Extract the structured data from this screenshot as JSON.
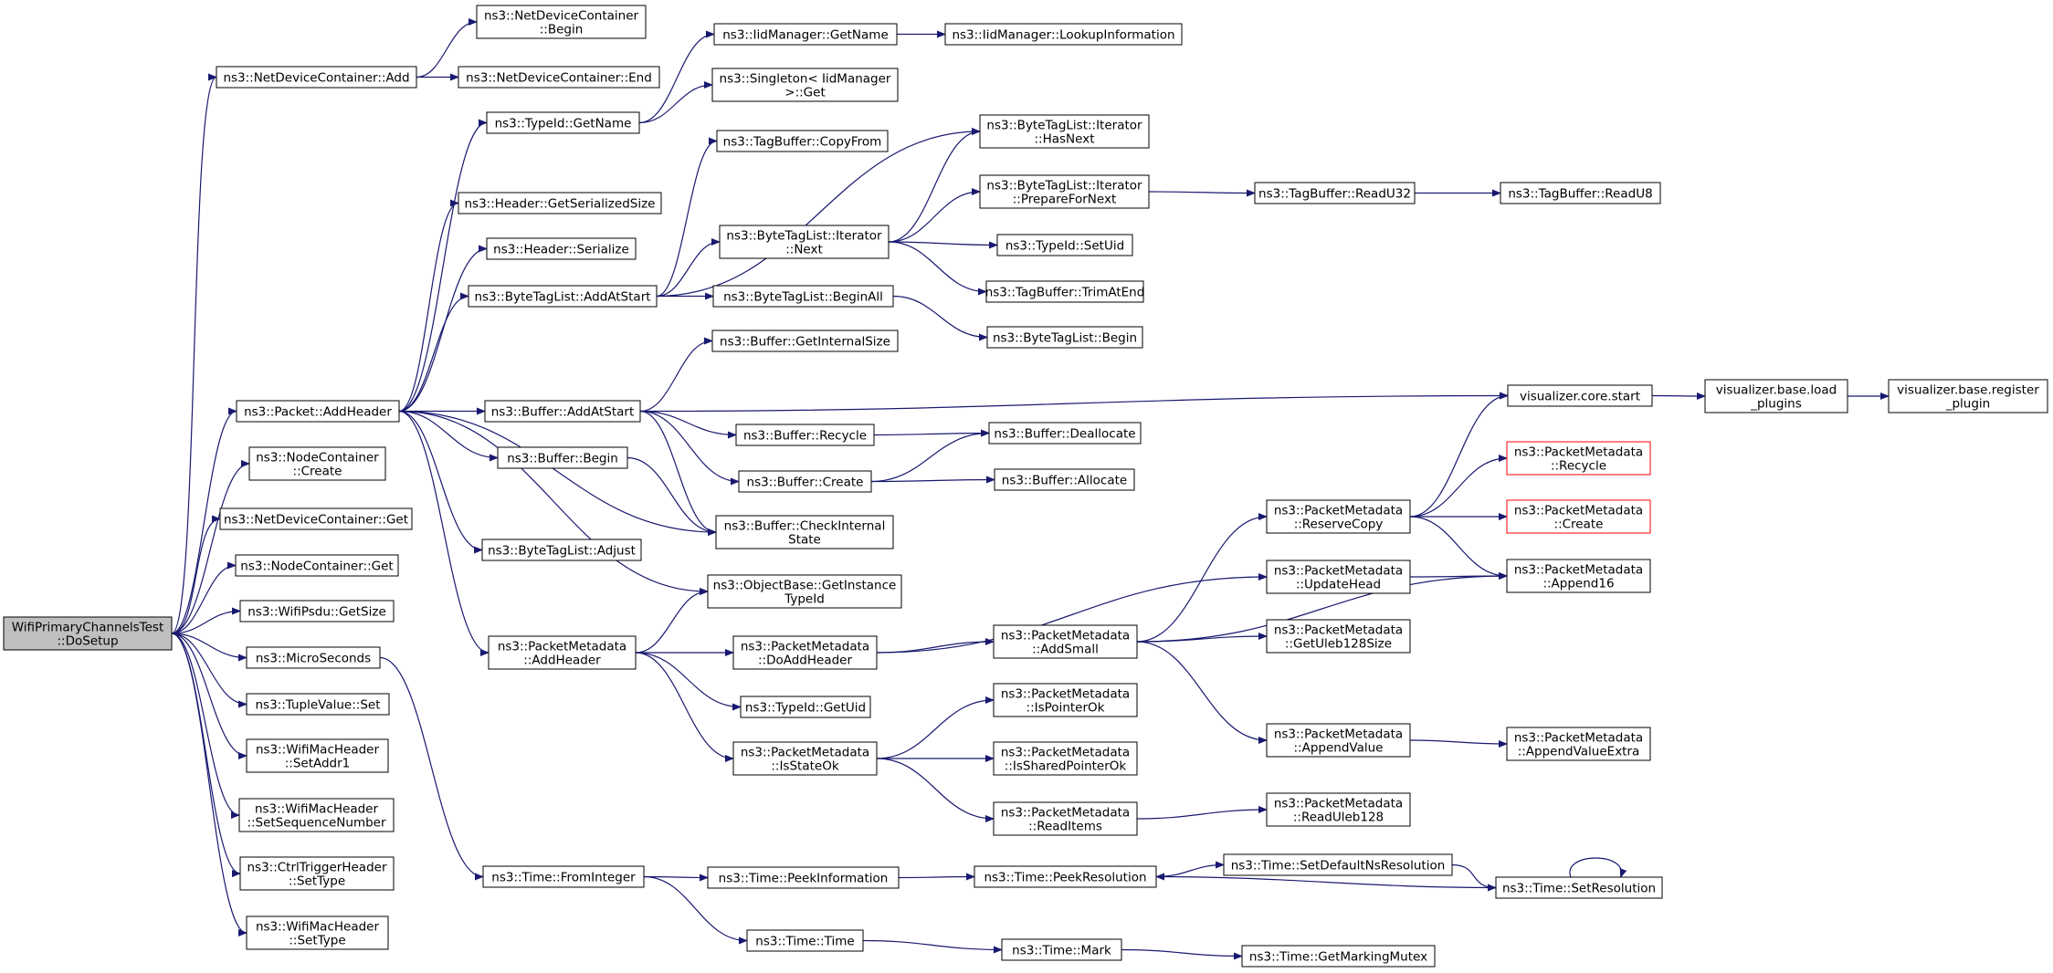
{
  "colors": {
    "edge": "#191970",
    "node_border": "#000000",
    "node_border_external": "#ff0000",
    "root_fill": "#bfbfbf",
    "node_fill": "#ffffff",
    "background": "#ffffff"
  },
  "nodes": [
    {
      "id": "root",
      "lines": [
        "WifiPrimaryChannelsTest",
        "::DoSetup"
      ],
      "kind": "root"
    },
    {
      "id": "ndc_add",
      "lines": [
        "ns3::NetDeviceContainer::Add"
      ]
    },
    {
      "id": "ndc_begin",
      "lines": [
        "ns3::NetDeviceContainer",
        "::Begin"
      ]
    },
    {
      "id": "ndc_end",
      "lines": [
        "ns3::NetDeviceContainer::End"
      ]
    },
    {
      "id": "pkt_addheader",
      "lines": [
        "ns3::Packet::AddHeader"
      ]
    },
    {
      "id": "nc_create",
      "lines": [
        "ns3::NodeContainer",
        "::Create"
      ]
    },
    {
      "id": "ndc_get",
      "lines": [
        "ns3::NetDeviceContainer::Get"
      ]
    },
    {
      "id": "nc_get",
      "lines": [
        "ns3::NodeContainer::Get"
      ]
    },
    {
      "id": "psdu_getsize",
      "lines": [
        "ns3::WifiPsdu::GetSize"
      ]
    },
    {
      "id": "microseconds",
      "lines": [
        "ns3::MicroSeconds"
      ]
    },
    {
      "id": "tuple_set",
      "lines": [
        "ns3::TupleValue::Set"
      ]
    },
    {
      "id": "mac_setaddr1",
      "lines": [
        "ns3::WifiMacHeader",
        "::SetAddr1"
      ]
    },
    {
      "id": "mac_setseq",
      "lines": [
        "ns3::WifiMacHeader",
        "::SetSequenceNumber"
      ]
    },
    {
      "id": "ctrl_settype",
      "lines": [
        "ns3::CtrlTriggerHeader",
        "::SetType"
      ]
    },
    {
      "id": "mac_settype",
      "lines": [
        "ns3::WifiMacHeader",
        "::SetType"
      ]
    },
    {
      "id": "typeid_getname",
      "lines": [
        "ns3::TypeId::GetName"
      ]
    },
    {
      "id": "hdr_getsersize",
      "lines": [
        "ns3::Header::GetSerializedSize"
      ]
    },
    {
      "id": "hdr_serialize",
      "lines": [
        "ns3::Header::Serialize"
      ]
    },
    {
      "id": "btl_addatstart",
      "lines": [
        "ns3::ByteTagList::AddAtStart"
      ]
    },
    {
      "id": "buf_addatstart",
      "lines": [
        "ns3::Buffer::AddAtStart"
      ]
    },
    {
      "id": "buf_begin",
      "lines": [
        "ns3::Buffer::Begin"
      ]
    },
    {
      "id": "btl_adjust",
      "lines": [
        "ns3::ByteTagList::Adjust"
      ]
    },
    {
      "id": "pm_addheader",
      "lines": [
        "ns3::PacketMetadata",
        "::AddHeader"
      ]
    },
    {
      "id": "time_frominteger",
      "lines": [
        "ns3::Time::FromInteger"
      ]
    },
    {
      "id": "iid_getname",
      "lines": [
        "ns3::IidManager::GetName"
      ]
    },
    {
      "id": "singleton_get",
      "lines": [
        "ns3::Singleton< IidManager",
        ">::Get"
      ]
    },
    {
      "id": "iid_lookup",
      "lines": [
        "ns3::IidManager::LookupInformation"
      ]
    },
    {
      "id": "tb_copyfrom",
      "lines": [
        "ns3::TagBuffer::CopyFrom"
      ]
    },
    {
      "id": "btli_next",
      "lines": [
        "ns3::ByteTagList::Iterator",
        "::Next"
      ]
    },
    {
      "id": "btl_beginall",
      "lines": [
        "ns3::ByteTagList::BeginAll"
      ]
    },
    {
      "id": "buf_getinternalsize",
      "lines": [
        "ns3::Buffer::GetInternalSize"
      ]
    },
    {
      "id": "buf_recycle",
      "lines": [
        "ns3::Buffer::Recycle"
      ]
    },
    {
      "id": "buf_create",
      "lines": [
        "ns3::Buffer::Create"
      ]
    },
    {
      "id": "buf_checkinternal",
      "lines": [
        "ns3::Buffer::CheckInternal",
        "State"
      ]
    },
    {
      "id": "ob_getinstancetypeid",
      "lines": [
        "ns3::ObjectBase::GetInstance",
        "TypeId"
      ]
    },
    {
      "id": "pm_doaddheader",
      "lines": [
        "ns3::PacketMetadata",
        "::DoAddHeader"
      ]
    },
    {
      "id": "typeid_getuid",
      "lines": [
        "ns3::TypeId::GetUid"
      ]
    },
    {
      "id": "pm_isstateok",
      "lines": [
        "ns3::PacketMetadata",
        "::IsStateOk"
      ]
    },
    {
      "id": "time_peekinfo",
      "lines": [
        "ns3::Time::PeekInformation"
      ]
    },
    {
      "id": "time_time",
      "lines": [
        "ns3::Time::Time"
      ]
    },
    {
      "id": "btli_hasnext",
      "lines": [
        "ns3::ByteTagList::Iterator",
        "::HasNext"
      ]
    },
    {
      "id": "btli_preparefornext",
      "lines": [
        "ns3::ByteTagList::Iterator",
        "::PrepareForNext"
      ]
    },
    {
      "id": "typeid_setuid",
      "lines": [
        "ns3::TypeId::SetUid"
      ]
    },
    {
      "id": "tb_trimatend",
      "lines": [
        "ns3::TagBuffer::TrimAtEnd"
      ]
    },
    {
      "id": "btl_begin",
      "lines": [
        "ns3::ByteTagList::Begin"
      ]
    },
    {
      "id": "buf_deallocate",
      "lines": [
        "ns3::Buffer::Deallocate"
      ]
    },
    {
      "id": "buf_allocate",
      "lines": [
        "ns3::Buffer::Allocate"
      ]
    },
    {
      "id": "pm_addsmall",
      "lines": [
        "ns3::PacketMetadata",
        "::AddSmall"
      ]
    },
    {
      "id": "pm_ispointerok",
      "lines": [
        "ns3::PacketMetadata",
        "::IsPointerOk"
      ]
    },
    {
      "id": "pm_issharedpointerok",
      "lines": [
        "ns3::PacketMetadata",
        "::IsSharedPointerOk"
      ]
    },
    {
      "id": "pm_readitems",
      "lines": [
        "ns3::PacketMetadata",
        "::ReadItems"
      ]
    },
    {
      "id": "time_peekresolution",
      "lines": [
        "ns3::Time::PeekResolution"
      ]
    },
    {
      "id": "time_mark",
      "lines": [
        "ns3::Time::Mark"
      ]
    },
    {
      "id": "tb_readu32",
      "lines": [
        "ns3::TagBuffer::ReadU32"
      ]
    },
    {
      "id": "tb_readu8",
      "lines": [
        "ns3::TagBuffer::ReadU8"
      ]
    },
    {
      "id": "pm_reservecopy",
      "lines": [
        "ns3::PacketMetadata",
        "::ReserveCopy"
      ]
    },
    {
      "id": "pm_updatehead",
      "lines": [
        "ns3::PacketMetadata",
        "::UpdateHead"
      ]
    },
    {
      "id": "pm_getuleb128size",
      "lines": [
        "ns3::PacketMetadata",
        "::GetUleb128Size"
      ]
    },
    {
      "id": "pm_appendvalue",
      "lines": [
        "ns3::PacketMetadata",
        "::AppendValue"
      ]
    },
    {
      "id": "pm_readuleb128",
      "lines": [
        "ns3::PacketMetadata",
        "::ReadUleb128"
      ]
    },
    {
      "id": "time_setdefaultns",
      "lines": [
        "ns3::Time::SetDefaultNsResolution"
      ]
    },
    {
      "id": "time_getmarkingmutex",
      "lines": [
        "ns3::Time::GetMarkingMutex"
      ]
    },
    {
      "id": "viz_core_start",
      "lines": [
        "visualizer.core.start"
      ]
    },
    {
      "id": "pm_recycle",
      "lines": [
        "ns3::PacketMetadata",
        "::Recycle"
      ],
      "kind": "external"
    },
    {
      "id": "pm_create",
      "lines": [
        "ns3::PacketMetadata",
        "::Create"
      ],
      "kind": "external"
    },
    {
      "id": "pm_append16",
      "lines": [
        "ns3::PacketMetadata",
        "::Append16"
      ]
    },
    {
      "id": "pm_appendvalueextra",
      "lines": [
        "ns3::PacketMetadata",
        "::AppendValueExtra"
      ]
    },
    {
      "id": "time_setresolution",
      "lines": [
        "ns3::Time::SetResolution"
      ]
    },
    {
      "id": "viz_load_plugins",
      "lines": [
        "visualizer.base.load",
        "_plugins"
      ]
    },
    {
      "id": "viz_register_plugin",
      "lines": [
        "visualizer.base.register",
        "_plugin"
      ]
    }
  ],
  "edges": [
    [
      "root",
      "ndc_add"
    ],
    [
      "root",
      "pkt_addheader"
    ],
    [
      "root",
      "nc_create"
    ],
    [
      "root",
      "ndc_get"
    ],
    [
      "root",
      "nc_get"
    ],
    [
      "root",
      "psdu_getsize"
    ],
    [
      "root",
      "microseconds"
    ],
    [
      "root",
      "tuple_set"
    ],
    [
      "root",
      "mac_setaddr1"
    ],
    [
      "root",
      "mac_setseq"
    ],
    [
      "root",
      "ctrl_settype"
    ],
    [
      "root",
      "mac_settype"
    ],
    [
      "ndc_add",
      "ndc_begin"
    ],
    [
      "ndc_add",
      "ndc_end"
    ],
    [
      "pkt_addheader",
      "typeid_getname"
    ],
    [
      "pkt_addheader",
      "hdr_getsersize"
    ],
    [
      "pkt_addheader",
      "hdr_serialize"
    ],
    [
      "pkt_addheader",
      "btl_addatstart"
    ],
    [
      "pkt_addheader",
      "buf_addatstart"
    ],
    [
      "pkt_addheader",
      "buf_begin"
    ],
    [
      "pkt_addheader",
      "btl_adjust"
    ],
    [
      "pkt_addheader",
      "pm_addheader"
    ],
    [
      "pkt_addheader",
      "ob_getinstancetypeid"
    ],
    [
      "pkt_addheader",
      "buf_checkinternal"
    ],
    [
      "microseconds",
      "time_frominteger"
    ],
    [
      "typeid_getname",
      "iid_getname"
    ],
    [
      "typeid_getname",
      "singleton_get"
    ],
    [
      "iid_getname",
      "iid_lookup"
    ],
    [
      "btl_addatstart",
      "tb_copyfrom"
    ],
    [
      "btl_addatstart",
      "btli_hasnext"
    ],
    [
      "btl_addatstart",
      "btli_next"
    ],
    [
      "btl_addatstart",
      "btl_beginall"
    ],
    [
      "btli_next",
      "btli_hasnext"
    ],
    [
      "btli_next",
      "btli_preparefornext"
    ],
    [
      "btli_next",
      "typeid_setuid"
    ],
    [
      "btli_next",
      "tb_trimatend"
    ],
    [
      "btli_preparefornext",
      "tb_readu32"
    ],
    [
      "tb_readu32",
      "tb_readu8"
    ],
    [
      "btl_beginall",
      "btl_begin"
    ],
    [
      "buf_addatstart",
      "buf_getinternalsize"
    ],
    [
      "buf_addatstart",
      "viz_core_start"
    ],
    [
      "buf_addatstart",
      "buf_recycle"
    ],
    [
      "buf_addatstart",
      "buf_create"
    ],
    [
      "buf_addatstart",
      "buf_checkinternal"
    ],
    [
      "buf_recycle",
      "buf_deallocate"
    ],
    [
      "buf_create",
      "buf_deallocate"
    ],
    [
      "buf_create",
      "buf_allocate"
    ],
    [
      "buf_begin",
      "buf_checkinternal"
    ],
    [
      "pm_addheader",
      "ob_getinstancetypeid"
    ],
    [
      "pm_addheader",
      "pm_doaddheader"
    ],
    [
      "pm_addheader",
      "typeid_getuid"
    ],
    [
      "pm_addheader",
      "pm_isstateok"
    ],
    [
      "pm_doaddheader",
      "pm_updatehead"
    ],
    [
      "pm_doaddheader",
      "pm_addsmall"
    ],
    [
      "pm_addsmall",
      "pm_reservecopy"
    ],
    [
      "pm_addsmall",
      "pm_getuleb128size"
    ],
    [
      "pm_addsmall",
      "pm_append16"
    ],
    [
      "pm_addsmall",
      "pm_appendvalue"
    ],
    [
      "pm_reservecopy",
      "viz_core_start"
    ],
    [
      "pm_reservecopy",
      "pm_recycle"
    ],
    [
      "pm_reservecopy",
      "pm_create"
    ],
    [
      "pm_reservecopy",
      "pm_append16"
    ],
    [
      "pm_updatehead",
      "pm_append16"
    ],
    [
      "pm_appendvalue",
      "pm_appendvalueextra"
    ],
    [
      "pm_isstateok",
      "pm_ispointerok"
    ],
    [
      "pm_isstateok",
      "pm_issharedpointerok"
    ],
    [
      "pm_isstateok",
      "pm_readitems"
    ],
    [
      "pm_readitems",
      "pm_readuleb128"
    ],
    [
      "time_frominteger",
      "time_peekinfo"
    ],
    [
      "time_frominteger",
      "time_time"
    ],
    [
      "time_peekinfo",
      "time_peekresolution"
    ],
    [
      "time_peekresolution",
      "time_setdefaultns"
    ],
    [
      "time_setdefaultns",
      "time_setresolution"
    ],
    [
      "time_setresolution",
      "time_peekresolution"
    ],
    [
      "time_setresolution",
      "time_setresolution"
    ],
    [
      "time_time",
      "time_mark"
    ],
    [
      "time_mark",
      "time_getmarkingmutex"
    ],
    [
      "viz_core_start",
      "viz_load_plugins"
    ],
    [
      "viz_load_plugins",
      "viz_register_plugin"
    ]
  ]
}
